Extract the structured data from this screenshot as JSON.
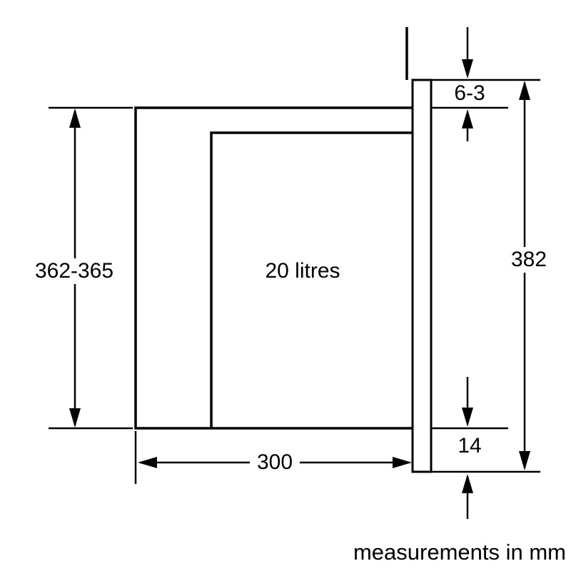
{
  "diagram": {
    "labels": {
      "cabinet_height": "362-365",
      "capacity": "20 litres",
      "top_gap": "6-3",
      "panel_height": "382",
      "bottom_overlap": "14",
      "depth": "300",
      "units_note": "measurements in mm"
    },
    "colors": {
      "line": "#000000",
      "background": "#ffffff"
    }
  }
}
